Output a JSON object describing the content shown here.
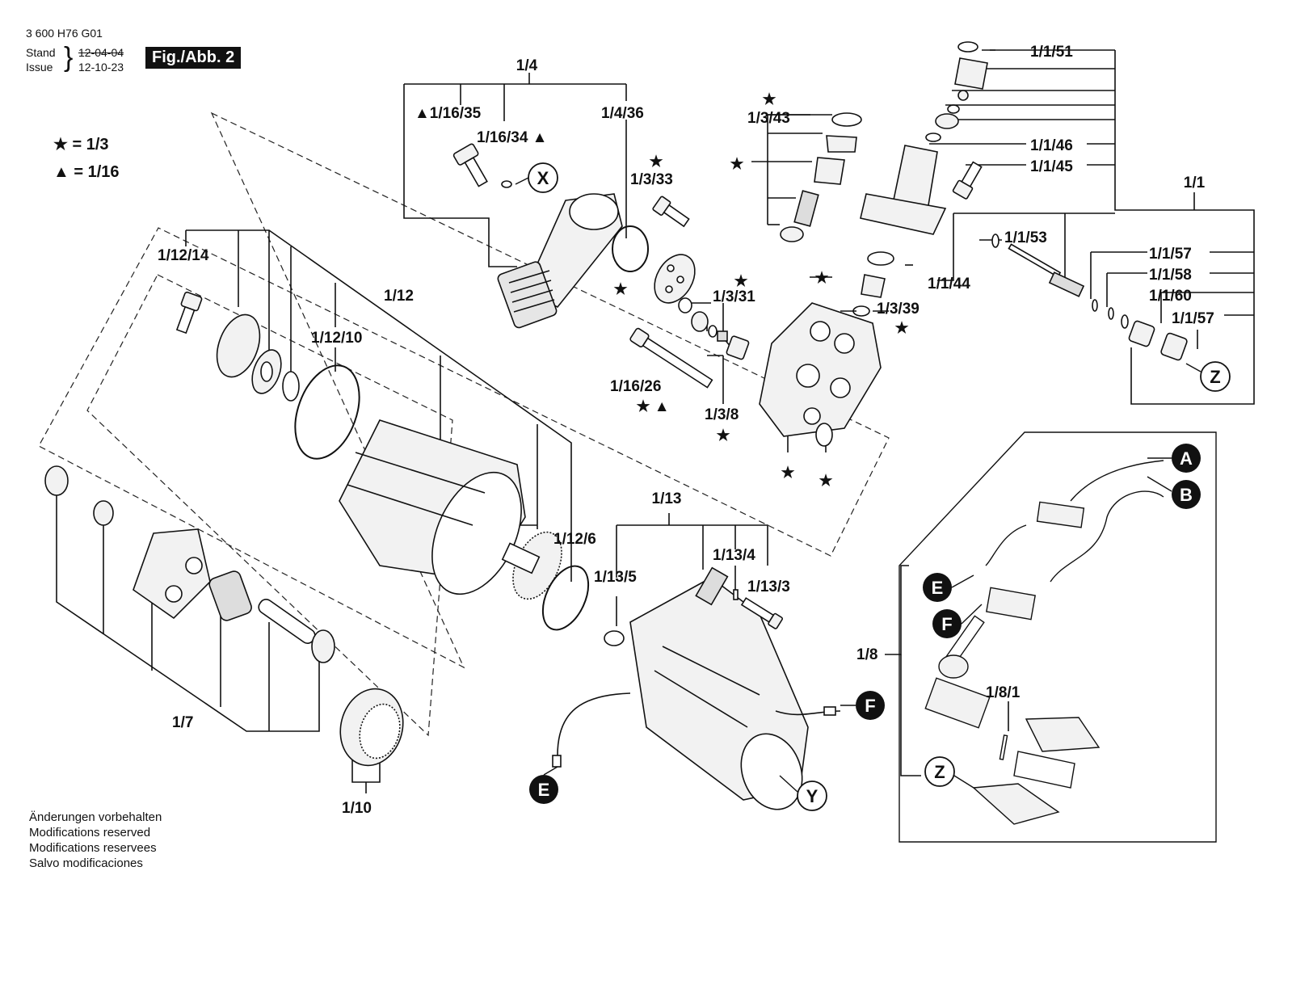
{
  "header": {
    "doc_number": "3 600 H76 G01",
    "stand_label": "Stand",
    "issue_label": "Issue",
    "stand_date": "12-04-04",
    "issue_date": "12-10-23",
    "figure_badge": "Fig./Abb. 2"
  },
  "legend": [
    {
      "symbol": "★",
      "value": "= 1/3"
    },
    {
      "symbol": "▲",
      "value": "= 1/16"
    }
  ],
  "notes": [
    "Änderungen vorbehalten",
    "Modifications reserved",
    "Modifications reservees",
    "Salvo modificaciones"
  ],
  "labels": {
    "l_1_4": "1/4",
    "l_1_16_35": "▲1/16/35",
    "l_1_16_34": "1/16/34 ▲",
    "l_1_4_36": "1/4/36",
    "l_1_3_43": "1/3/43",
    "l_1_3_33": "1/3/33",
    "l_1_1_51": "1/1/51",
    "l_1_1_46": "1/1/46",
    "l_1_1_45": "1/1/45",
    "l_1_1": "1/1",
    "l_1_1_53": "1/1/53",
    "l_1_1_57a": "1/1/57",
    "l_1_1_58": "1/1/58",
    "l_1_1_60": "1/1/60",
    "l_1_1_57b": "1/1/57",
    "l_1_1_44": "1/1/44",
    "l_1_3_31": "1/3/31",
    "l_1_3_39": "1/3/39",
    "l_1_12_14": "1/12/14",
    "l_1_12": "1/12",
    "l_1_12_10": "1/12/10",
    "l_1_16_26": "1/16/26",
    "l_1_3_8": "1/3/8",
    "l_1_13": "1/13",
    "l_1_12_6": "1/12/6",
    "l_1_13_4": "1/13/4",
    "l_1_13_5": "1/13/5",
    "l_1_13_3": "1/13/3",
    "l_1_8": "1/8",
    "l_1_8_1": "1/8/1",
    "l_1_7": "1/7",
    "l_1_10": "1/10"
  },
  "symbols": {
    "star": "★",
    "triangle": "▲",
    "star_triangle": "★ ▲"
  },
  "callouts": {
    "A": "A",
    "B": "B",
    "E": "E",
    "F": "F",
    "X": "X",
    "Y": "Y",
    "Z": "Z"
  }
}
